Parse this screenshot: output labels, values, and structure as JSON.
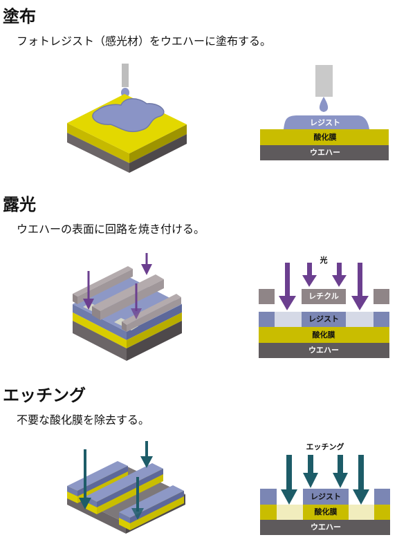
{
  "sections": [
    {
      "title": "塗布",
      "description": "フォトレジスト（感光材）をウエハーに塗布する。"
    },
    {
      "title": "露光",
      "description": "ウエハーの表面に回路を焼き付ける。"
    },
    {
      "title": "エッチング",
      "description": "不要な酸化膜を除去する。"
    }
  ],
  "labels": {
    "resist": "レジスト",
    "oxide": "酸化膜",
    "wafer": "ウエハー",
    "light": "光",
    "reticle": "レチクル",
    "etching": "エッチング"
  },
  "colors": {
    "resist": "#7b86b4",
    "resist_light": "#d5d9e6",
    "oxide": "#c9bd00",
    "oxide_light": "#f1edbd",
    "wafer": "#5e5a5c",
    "reticle": "#8f8587",
    "light_arrow": "#6b3f8f",
    "etch_arrow": "#1d5c68"
  }
}
